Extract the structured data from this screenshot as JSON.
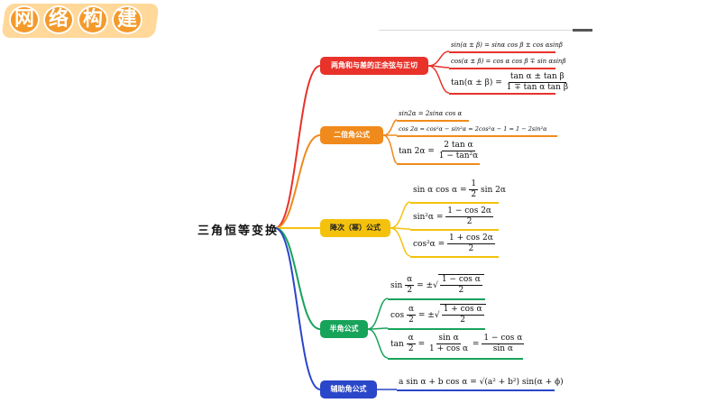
{
  "header": {
    "title_chars": [
      "网",
      "络",
      "构",
      "建"
    ]
  },
  "root": {
    "label": "三角恒等变换"
  },
  "colors": {
    "red": "#e8322a",
    "orange": "#f08a1c",
    "yellow": "#f4c20d",
    "green": "#18a35a",
    "blue": "#2a46c9",
    "banner": "#f39a2b"
  },
  "branches": [
    {
      "label": "两角和与差的正余弦与正切",
      "formulas": [
        "sin(α ± β) = sinα cos β ± cos αsinβ",
        "cos(α ± β) = cos α cos β ∓ sin αsinβ",
        {
          "lhs": "tan(α ± β) =",
          "num": "tan α ± tan β",
          "den": "1 ∓ tan α tan β"
        }
      ]
    },
    {
      "label": "二倍角公式",
      "formulas": [
        "sin2α = 2sinα cos α",
        "cos 2α = cos²α − sin²α = 2cos²α − 1 = 1 − 2sin²α",
        {
          "lhs": "tan 2α =",
          "num": "2 tan α",
          "den": "1 − tan²α"
        }
      ]
    },
    {
      "label": "降次（幂）公式",
      "formulas": [
        {
          "lhs": "sin α cos α =",
          "num": "1",
          "den": "2",
          "rhs": "sin 2α"
        },
        {
          "lhs": "sin²α =",
          "num": "1 − cos 2α",
          "den": "2"
        },
        {
          "lhs": "cos²α =",
          "num": "1 + cos 2α",
          "den": "2"
        }
      ]
    },
    {
      "label": "半角公式",
      "formulas": [
        {
          "lhs": "sin",
          "anum": "α",
          "aden": "2",
          "mid": "= ±",
          "num": "1 − cos α",
          "den": "2"
        },
        {
          "lhs": "cos",
          "anum": "α",
          "aden": "2",
          "mid": "= ±",
          "num": "1 + cos α",
          "den": "2"
        },
        {
          "lhs": "tan",
          "anum": "α",
          "aden": "2",
          "mid": "=",
          "num": "sin α",
          "den": "1 + cos α",
          "mid2": "=",
          "num2": "1 − cos α",
          "den2": "sin α"
        }
      ]
    },
    {
      "label": "辅助角公式",
      "formulas": [
        "a sin α + b cos α = √(a² + b²) sin(α + ϕ)"
      ]
    }
  ]
}
